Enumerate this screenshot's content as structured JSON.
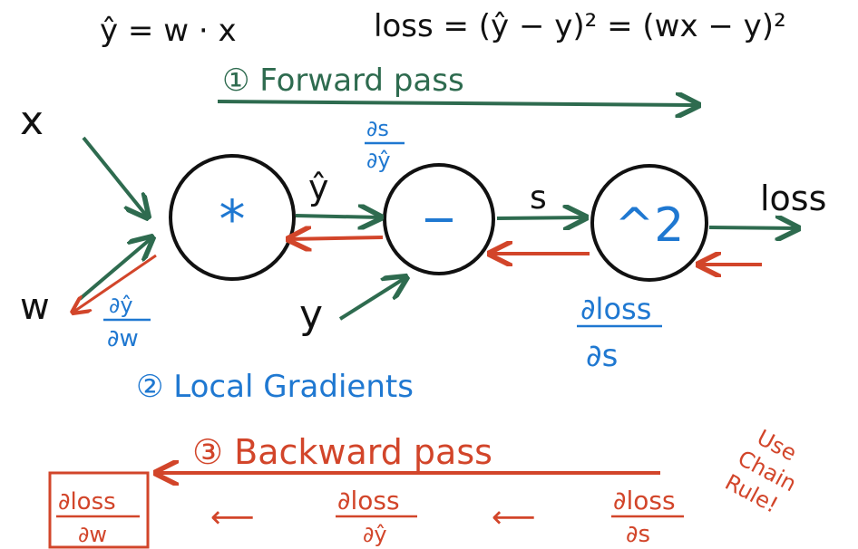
{
  "equations": {
    "prediction": "ŷ = w · x",
    "loss": "loss = (ŷ − y)² = (wx − y)²"
  },
  "steps": {
    "forward": "① Forward pass",
    "local_gradients": "② Local Gradients",
    "backward": "③ Backward pass"
  },
  "inputs": {
    "x": "x",
    "w": "w",
    "y": "y"
  },
  "nodes": {
    "multiply": "*",
    "subtract": "−",
    "square": "^2"
  },
  "edges": {
    "y_hat": "ŷ",
    "s": "s",
    "loss": "loss"
  },
  "local_grads": {
    "ds_dyhat_num": "∂s",
    "ds_dyhat_den": "∂ŷ",
    "dyhat_dw_num": "∂ŷ",
    "dyhat_dw_den": "∂w",
    "dloss_ds_num": "∂loss",
    "dloss_ds_den": "∂s"
  },
  "chain": {
    "result_num": "∂loss",
    "result_den": "∂w",
    "mid_num": "∂loss",
    "mid_den": "∂ŷ",
    "right_num": "∂loss",
    "right_den": "∂s",
    "arrow": "⟵"
  },
  "note": [
    "Use",
    "Chain",
    "Rule!"
  ],
  "colors": {
    "black": "#111111",
    "green": "#2e6b4f",
    "blue": "#1f78d1",
    "red": "#d2452a"
  }
}
